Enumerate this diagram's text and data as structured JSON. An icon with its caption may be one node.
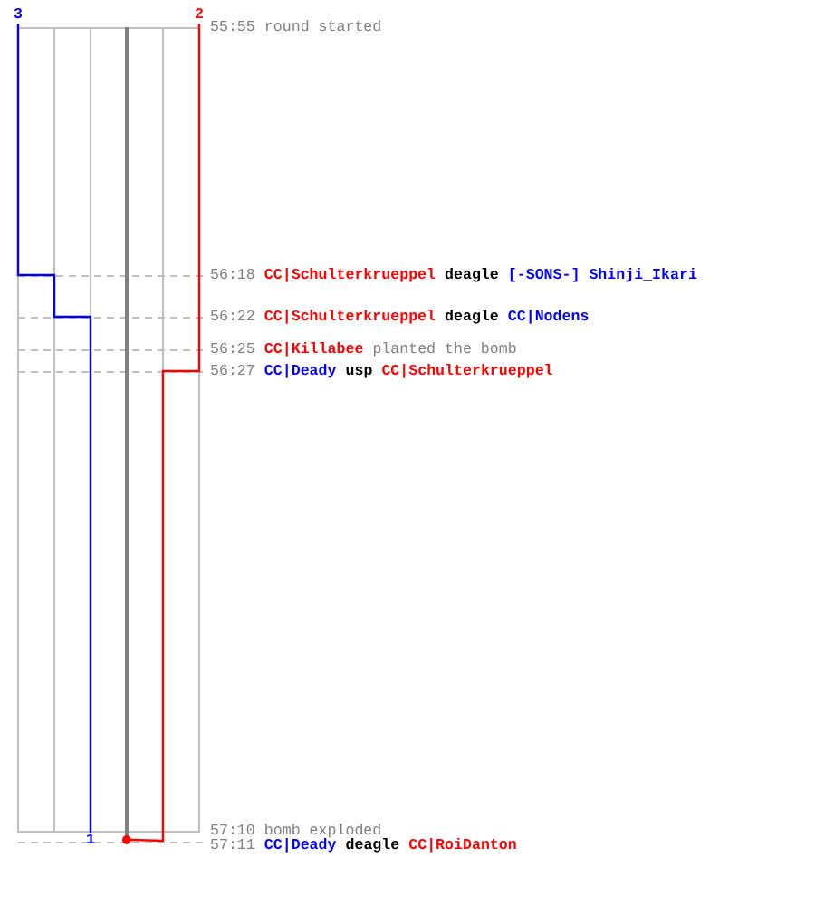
{
  "diagram": {
    "nodes": [
      {
        "text": [
          "3"
        ]
      },
      {
        "text": [
          "2"
        ]
      },
      {
        "text": [
          "1"
        ]
      },
      {
        "text": [],
        "shape": "circle"
      }
    ],
    "edges": [
      {
        "from": 0,
        "to": 2,
        "arrow": "none",
        "color": "#0000ff"
      },
      {
        "from": 1,
        "to": 3,
        "arrow": "none",
        "color": "#ff0000"
      }
    ],
    "labels": [
      "55:55",
      "round started",
      "56:18",
      "CC|Schulterkrueppel",
      "deagle",
      "[-SONS-] Shinji_Ikari",
      "56:22",
      "CC|Schulterkrueppel",
      "deagle",
      "CC|Nodens",
      "56:25",
      "CC|Killabee",
      "planted the bomb",
      "56:27",
      "CC|Deady",
      "usp",
      "CC|Schulterkrueppel",
      "57:10",
      "bomb exploded",
      "57:11",
      "CC|Deady",
      "deagle",
      "CC|RoiDanton"
    ]
  }
}
